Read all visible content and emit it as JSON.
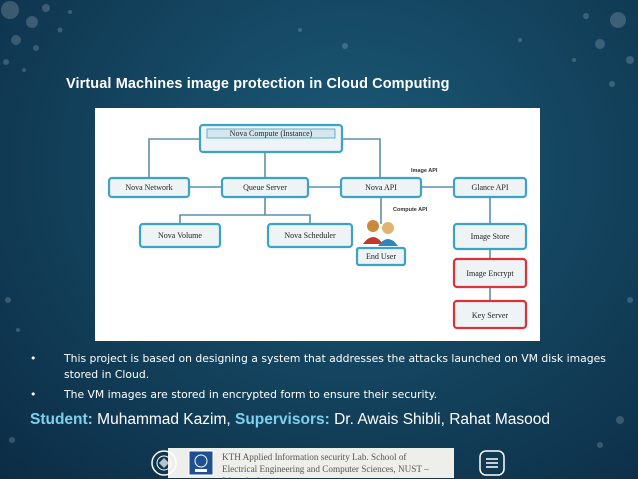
{
  "title": "Virtual Machines image protection in Cloud Computing",
  "diagram": {
    "nodes": {
      "nova_compute": "Nova Compute (Instance)",
      "nova_network": "Nova Network",
      "queue_server": "Queue Server",
      "nova_api": "Nova API",
      "glance_api": "Glance API",
      "nova_volume": "Nova Volume",
      "nova_scheduler": "Nova Scheduler",
      "image_store": "Image Store",
      "image_encrypt": "Image Encrypt",
      "key_server": "Key Server",
      "end_user": "End User"
    },
    "edge_labels": {
      "image_api": "Image API",
      "compute_api": "Compute API"
    }
  },
  "bullets": [
    {
      "marker": "•",
      "text": "This project is based on designing a system that addresses the attacks launched on VM disk images stored in Cloud."
    },
    {
      "marker": "•",
      "text": "The VM images are stored in encrypted form to ensure their security."
    }
  ],
  "people": {
    "student_label": "Student:",
    "student_name": " Muhammad Kazim, ",
    "supervisors_label": "Supervisors:",
    "supervisors_names": " Dr. Awais Shibli, Rahat Masood"
  },
  "footer": {
    "line1": "KTH Applied Information security Lab. School of",
    "line2": "Electrical Engineering and Computer Sciences, NUST – Islamabad"
  },
  "colors": {
    "accent": "#7fd0ee",
    "box_border": "#3aa3c6",
    "box_border_highlight": "#d8333a"
  }
}
